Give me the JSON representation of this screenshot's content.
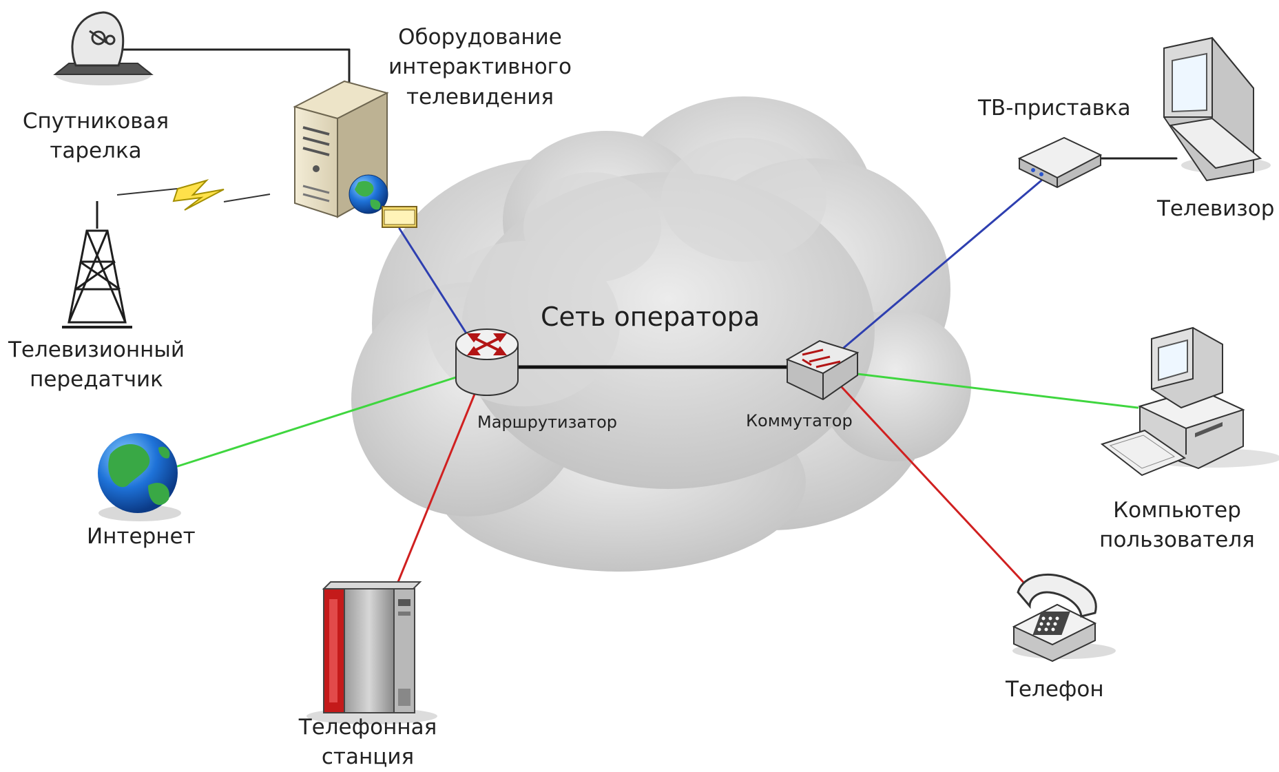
{
  "colors": {
    "ip_link": "#2e3fb0",
    "internet_link": "#3fd63f",
    "phone_link": "#d02020",
    "backbone": "#111111",
    "cloud": "#c9c9c9"
  },
  "cloud": {
    "label": "Сеть оператора",
    "icon": "cloud-icon"
  },
  "nodes": {
    "satellite": {
      "line1": "Спутниковая",
      "line2": "тарелка",
      "icon": "satellite-dish-icon"
    },
    "tower": {
      "line1": "Телевизионный",
      "line2": "передатчик",
      "icon": "tv-tower-icon"
    },
    "equipment": {
      "line1": "Оборудование",
      "line2": "интерактивного",
      "line3": "телевидения",
      "icon": "server-icon"
    },
    "router": {
      "label": "Маршрутизатор",
      "icon": "router-icon"
    },
    "switch": {
      "label": "Коммутатор",
      "icon": "switch-icon"
    },
    "internet": {
      "label": "Интернет",
      "icon": "globe-icon"
    },
    "exchange": {
      "line1": "Телефонная",
      "line2": "станция",
      "icon": "telephone-exchange-icon"
    },
    "settop": {
      "label": "ТВ-приставка",
      "icon": "set-top-box-icon"
    },
    "tv": {
      "label": "Телевизор",
      "icon": "television-icon"
    },
    "computer": {
      "line1": "Компьютер",
      "line2": "пользователя",
      "icon": "computer-icon"
    },
    "phone": {
      "label": "Телефон",
      "icon": "telephone-icon"
    }
  }
}
